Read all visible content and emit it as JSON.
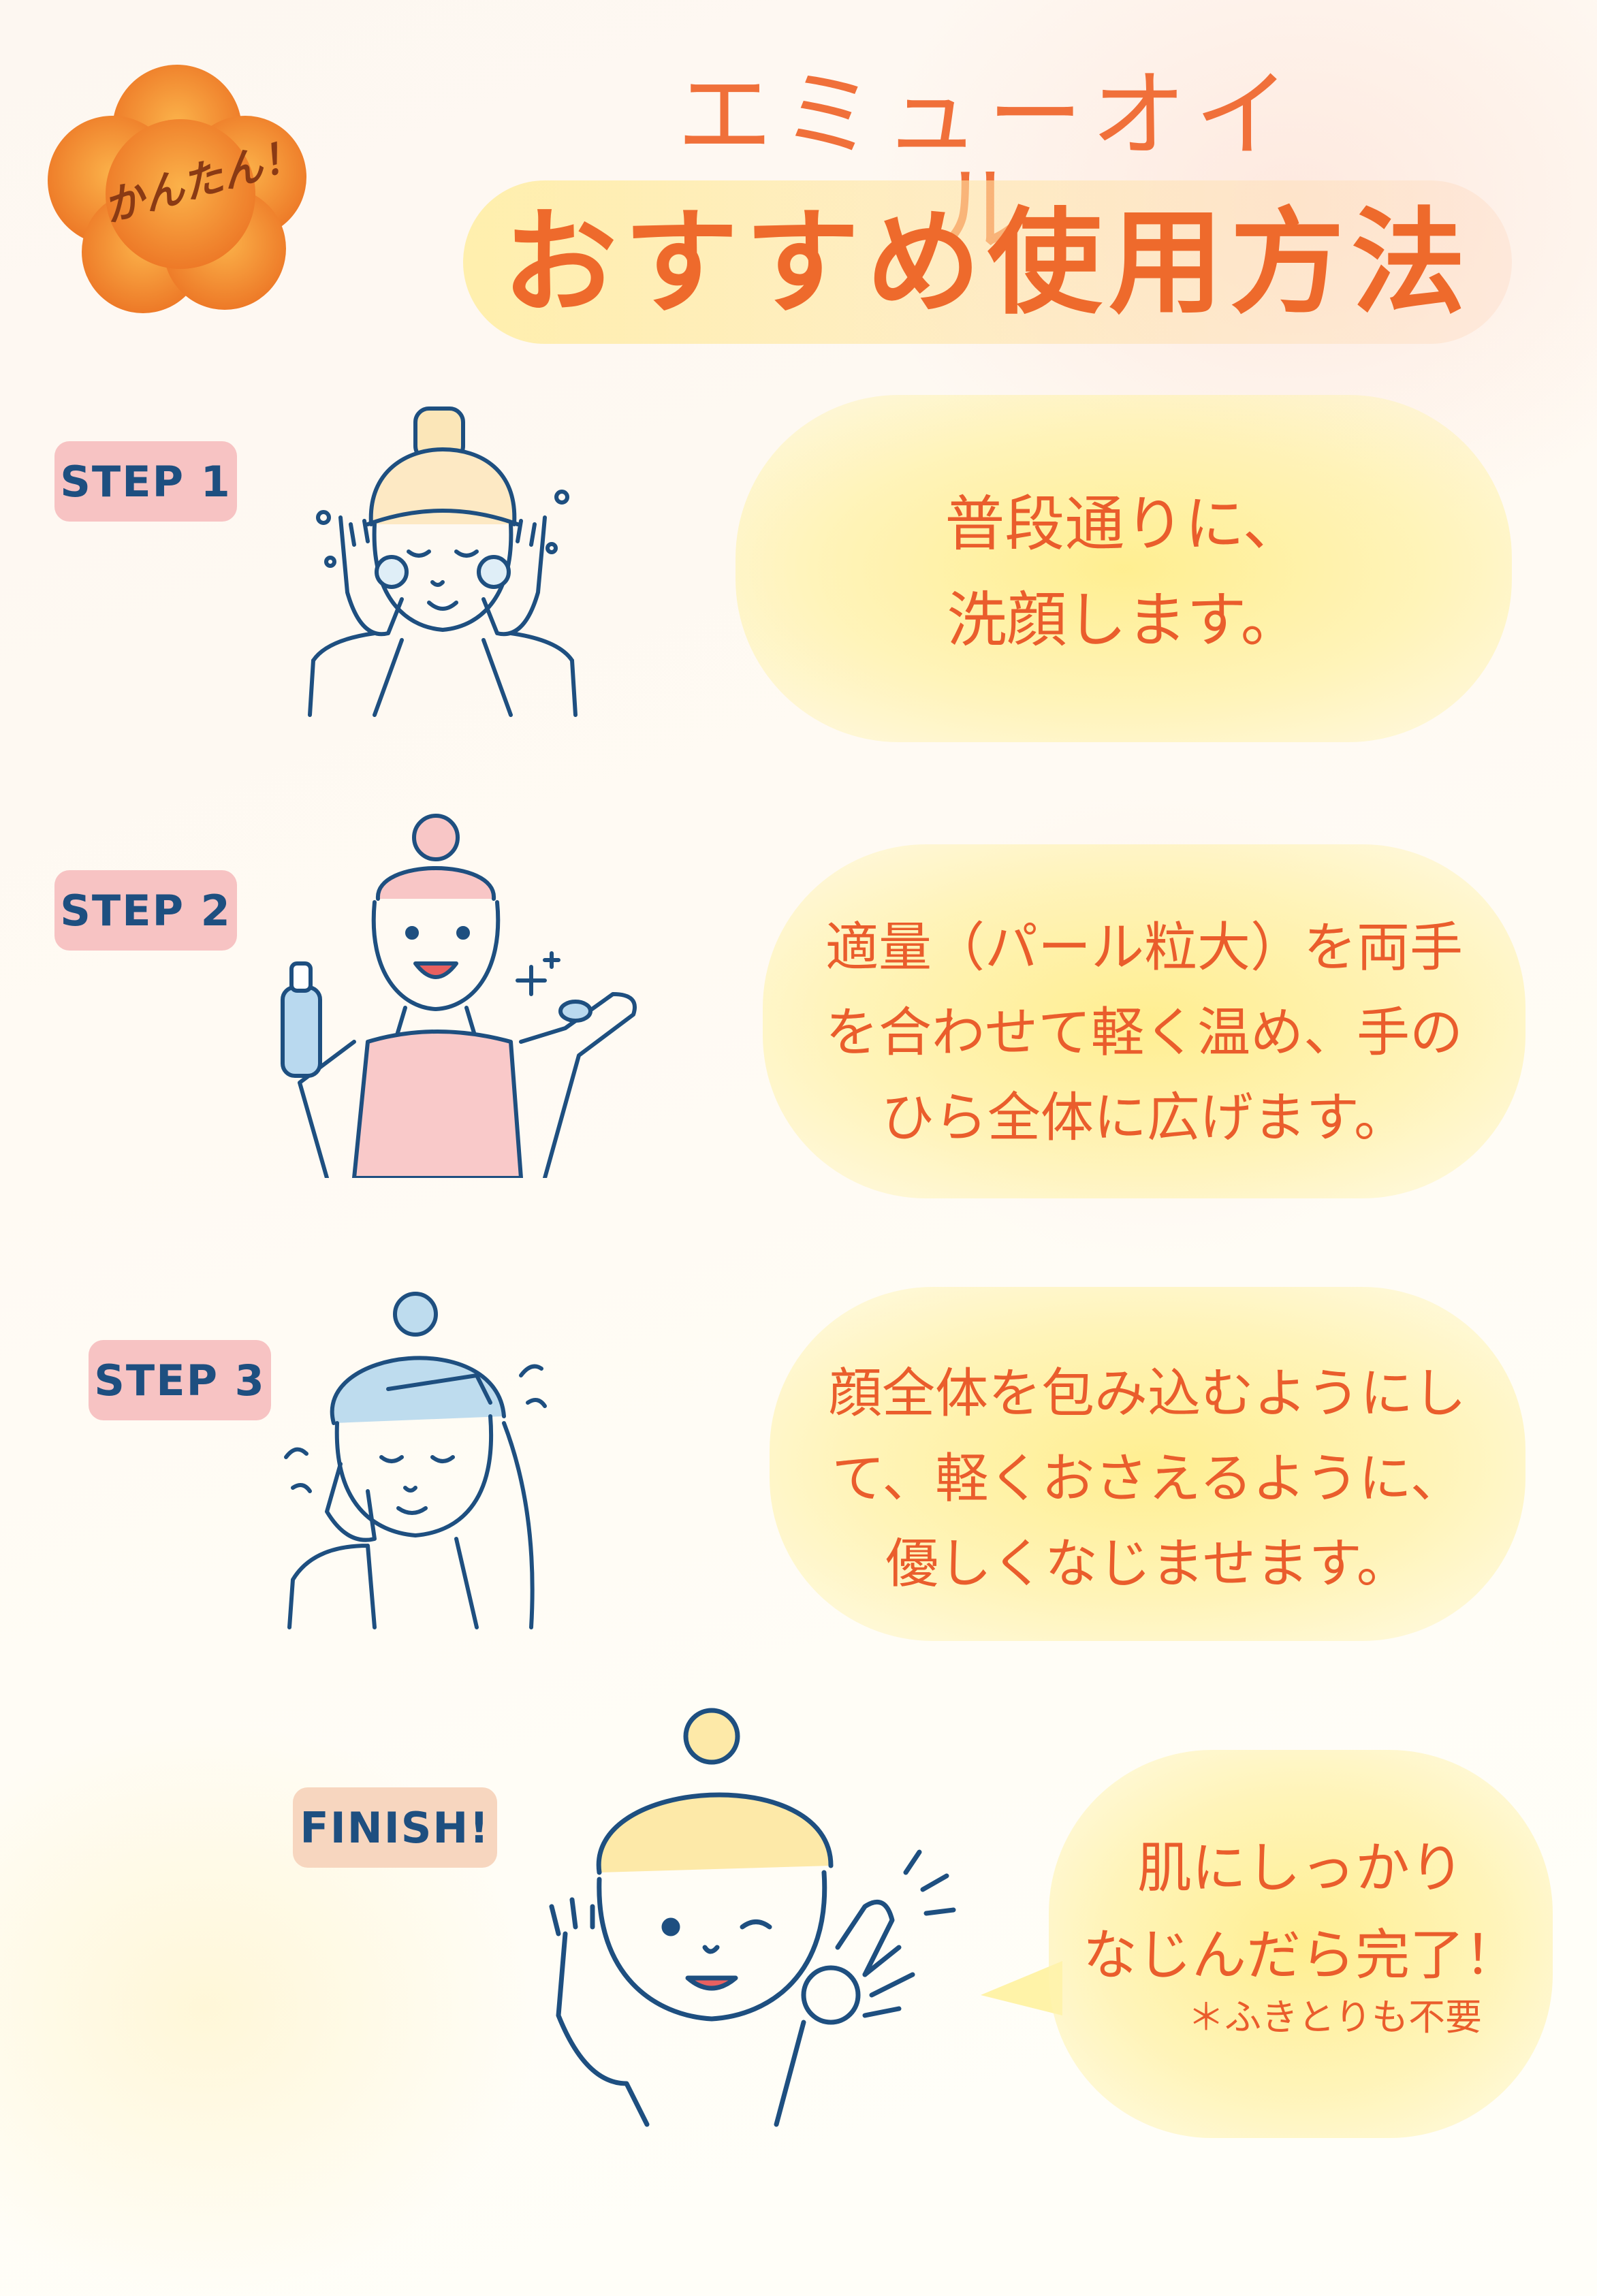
{
  "badge": {
    "text": "かんたん！",
    "color": "#f08a2c"
  },
  "title": {
    "line1": "エミューオイル",
    "line2": "おすすめ使用方法"
  },
  "steps": [
    {
      "label": "STEP 1",
      "text": "普段通りに、\n洗顔します。"
    },
    {
      "label": "STEP 2",
      "text": "適量（パール粒大）を両手\nを合わせて軽く温め、手の\nひら全体に広げます。"
    },
    {
      "label": "STEP 3",
      "text": "顔全体を包み込むようにし\nて、軽くおさえるように、\n優しくなじませます。"
    }
  ],
  "finish": {
    "label": "FINISH!",
    "text": "肌にしっかり\nなじんだら完了！",
    "note": "＊ふきとりも不要"
  },
  "colors": {
    "accent": "#ee6a2c",
    "label_bg": "#f7c3c3",
    "label_text": "#1e4f80",
    "line_art": "#1e4f80",
    "bubble": "#fff0a0"
  }
}
